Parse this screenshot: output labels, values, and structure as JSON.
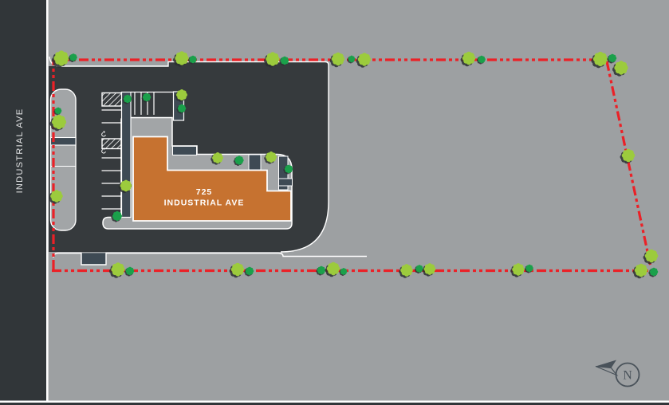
{
  "street": {
    "label": "INDUSTRIAL AVE"
  },
  "building": {
    "line1": "725",
    "line2": "INDUSTRIAL AVE"
  },
  "compass": {
    "label": "N"
  },
  "colors": {
    "site_gray": "#9da0a2",
    "road_dark": "#313639",
    "lot_dark": "#363a3d",
    "walkway_slate": "#3e4a54",
    "sidewalk_gray": "#a2a5a7",
    "building_orange": "#c67230",
    "property_line_red": "#eb2127",
    "curb_white": "#ffffff",
    "compass_slate": "#49525a"
  },
  "trees": {
    "colors": {
      "light": "#9ccb3d",
      "dark": "#1ba04b"
    },
    "positions": [
      [
        77,
        73,
        1.1,
        "light"
      ],
      [
        92,
        72,
        0.55,
        "dark"
      ],
      [
        228,
        73,
        1.0,
        "light"
      ],
      [
        242,
        74.5,
        0.55,
        "dark"
      ],
      [
        342,
        74,
        1.0,
        "light"
      ],
      [
        357,
        76,
        0.6,
        "dark"
      ],
      [
        424,
        74,
        0.95,
        "light"
      ],
      [
        441,
        74,
        0.5,
        "dark"
      ],
      [
        457,
        74.5,
        0.95,
        "light"
      ],
      [
        588,
        73,
        0.95,
        "light"
      ],
      [
        604,
        74.5,
        0.55,
        "dark"
      ],
      [
        753,
        74,
        1.05,
        "light"
      ],
      [
        768,
        73,
        0.6,
        "dark"
      ],
      [
        779,
        85,
        1.0,
        "light"
      ],
      [
        73,
        139,
        0.5,
        "dark"
      ],
      [
        74,
        153,
        1.05,
        "light"
      ],
      [
        71,
        246,
        0.9,
        "light"
      ],
      [
        788,
        195,
        0.95,
        "light"
      ],
      [
        817,
        321,
        0.95,
        "light"
      ],
      [
        804,
        339,
        0.95,
        "light"
      ],
      [
        820,
        341,
        0.6,
        "dark"
      ],
      [
        148,
        338,
        1.0,
        "light"
      ],
      [
        163,
        340,
        0.6,
        "dark"
      ],
      [
        298,
        338,
        0.95,
        "light"
      ],
      [
        313,
        340,
        0.6,
        "dark"
      ],
      [
        403,
        339,
        0.6,
        "dark"
      ],
      [
        418,
        337,
        0.95,
        "light"
      ],
      [
        431,
        340.5,
        0.5,
        "dark"
      ],
      [
        510,
        339,
        0.9,
        "light"
      ],
      [
        526,
        337,
        0.55,
        "dark"
      ],
      [
        539,
        337.5,
        0.85,
        "light"
      ],
      [
        650,
        338,
        0.9,
        "light"
      ],
      [
        664,
        336.5,
        0.55,
        "dark"
      ],
      [
        228,
        119,
        0.8,
        "light"
      ],
      [
        228,
        136,
        0.6,
        "dark"
      ],
      [
        184,
        122,
        0.6,
        "dark"
      ],
      [
        160,
        124,
        0.6,
        "dark"
      ],
      [
        158,
        233,
        0.85,
        "light"
      ],
      [
        147,
        271,
        0.7,
        "dark"
      ],
      [
        273,
        198,
        0.8,
        "light"
      ],
      [
        300,
        201,
        0.65,
        "dark"
      ],
      [
        340,
        197,
        0.8,
        "light"
      ],
      [
        362,
        212,
        0.6,
        "dark"
      ]
    ]
  }
}
